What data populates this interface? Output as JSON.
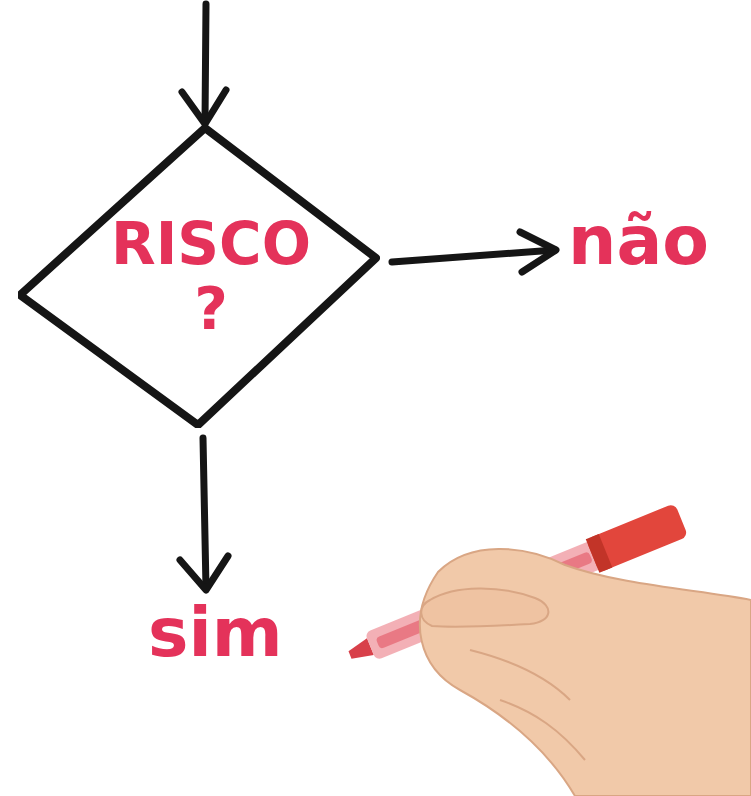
{
  "diagram": {
    "nodes": [
      {
        "text": [
          "RISCO ?"
        ]
      }
    ],
    "labels": [
      "não",
      "sim"
    ]
  }
}
